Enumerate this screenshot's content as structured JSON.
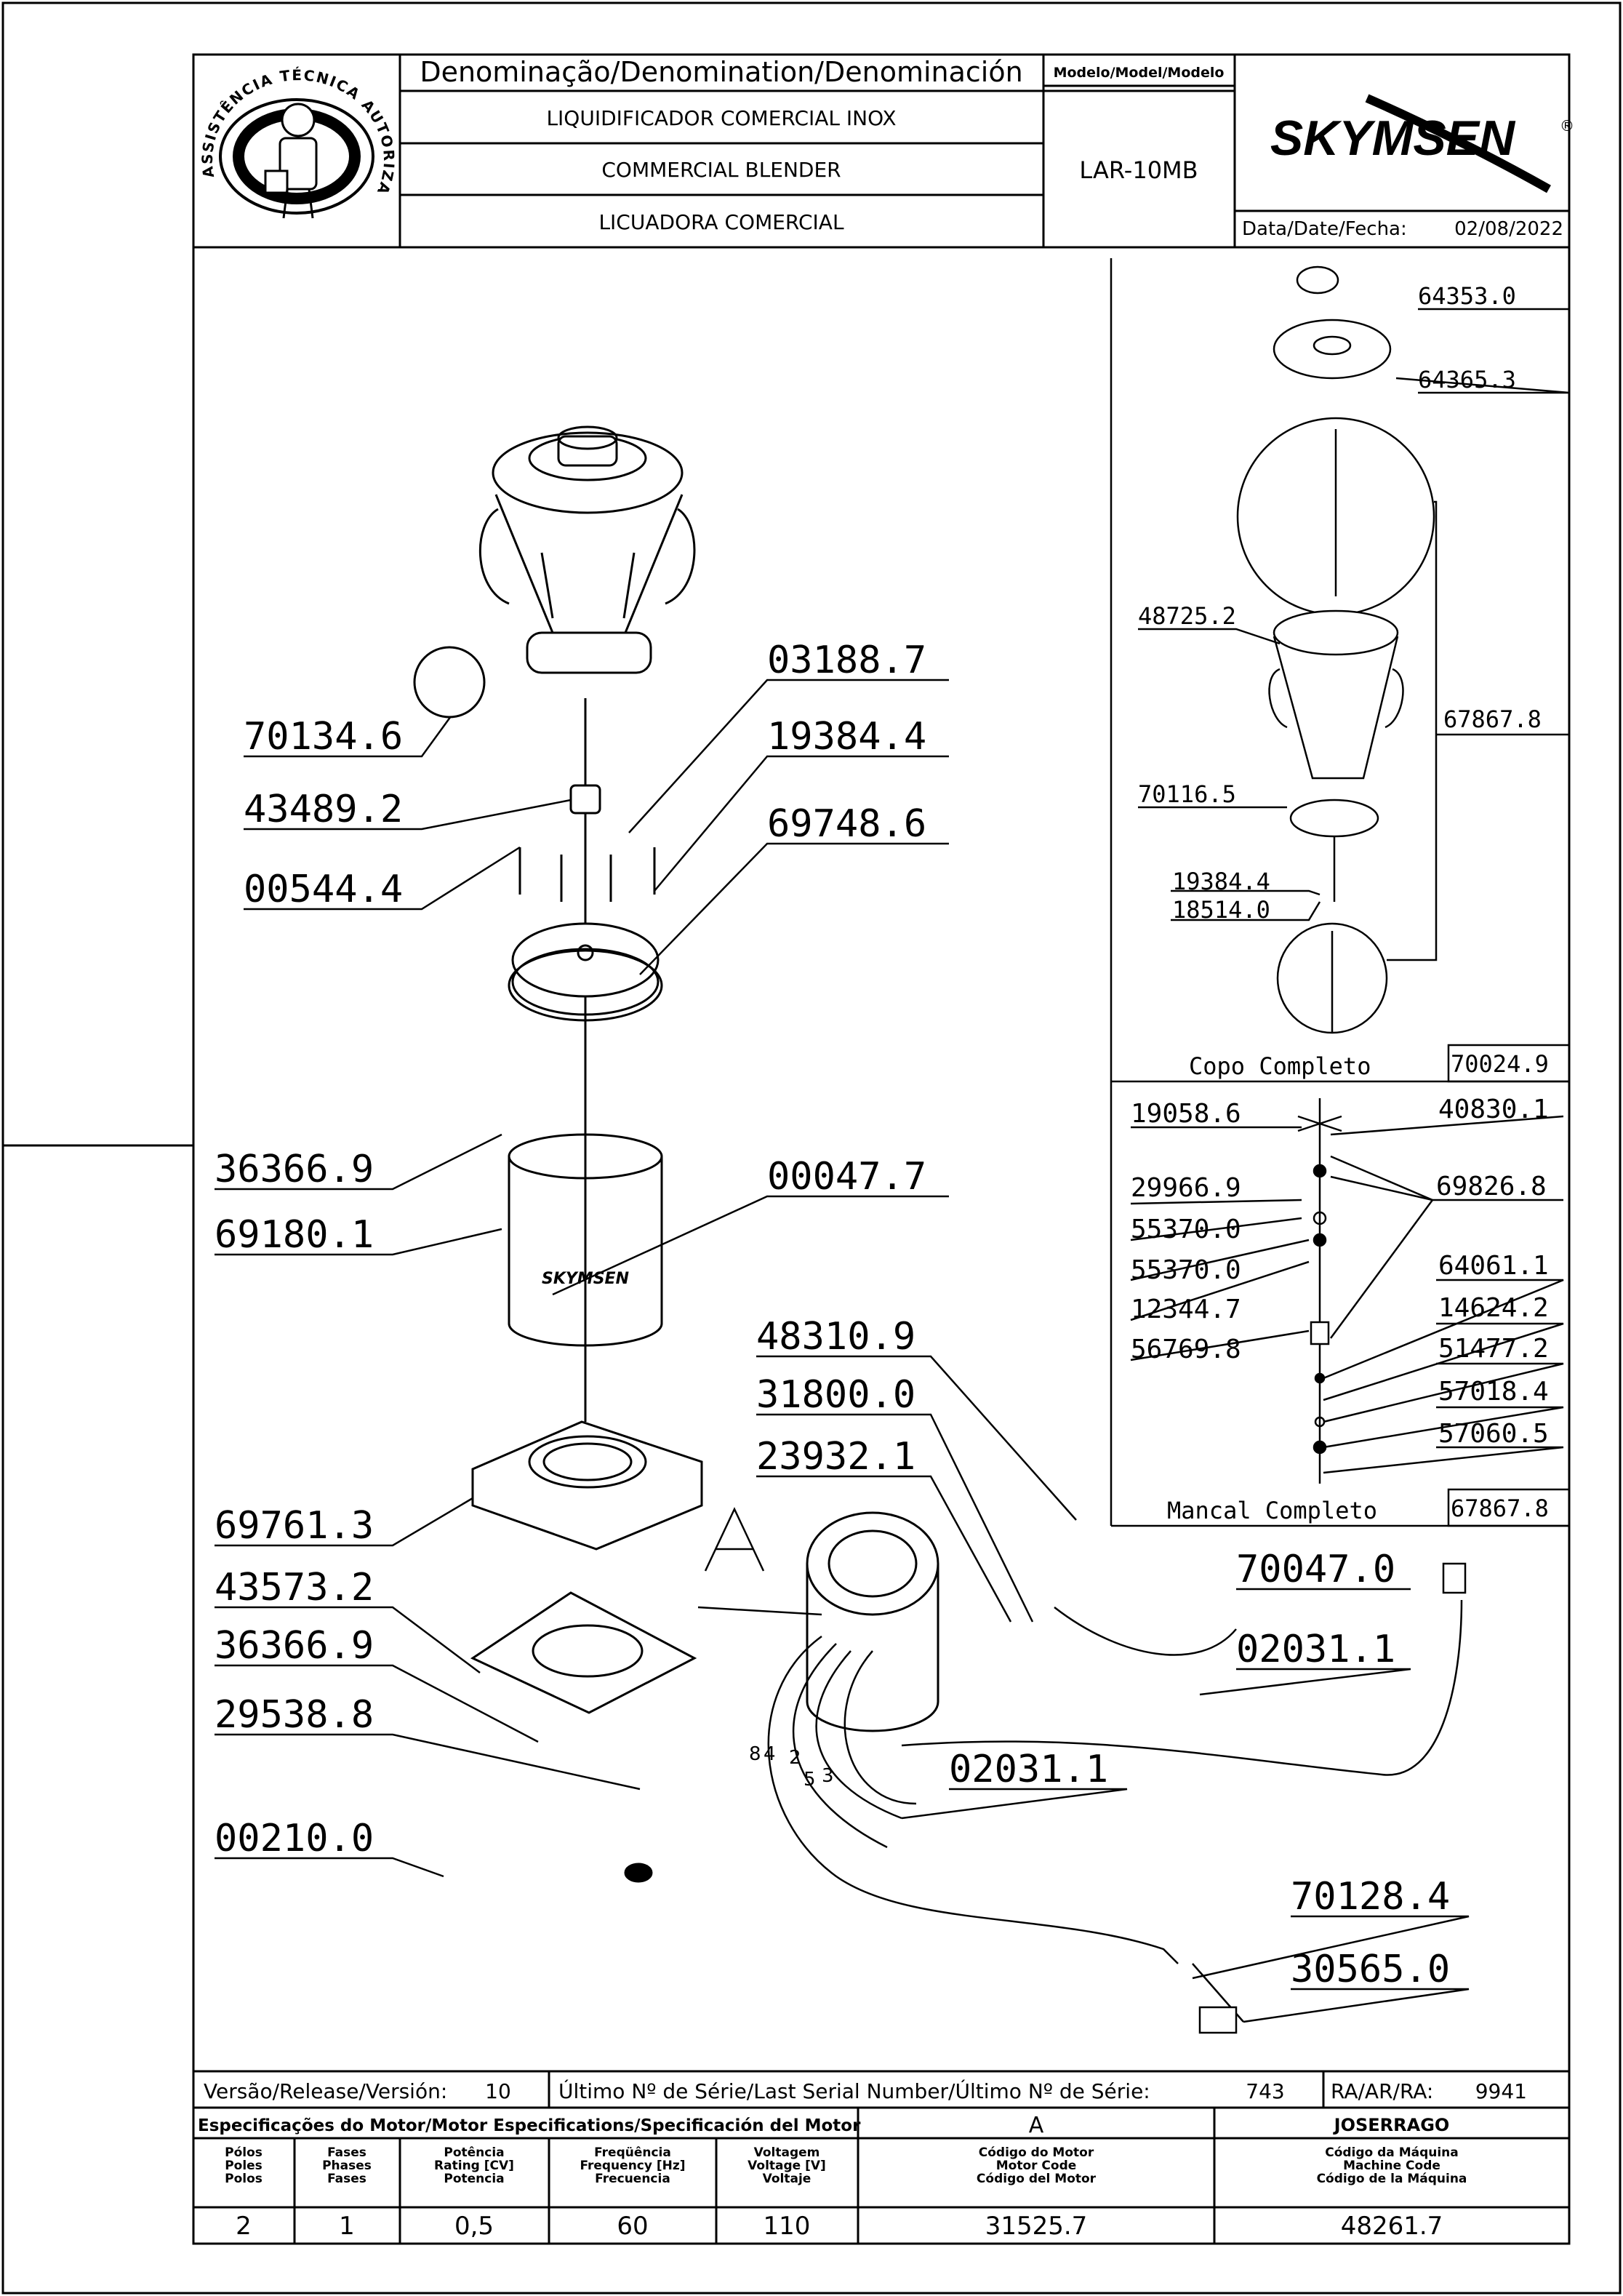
{
  "header": {
    "stamp_text": "ASSISTÊNCIA TÉCNICA AUTORIZADA",
    "denomination_label": "Denominação/Denomination/Denominación",
    "name_pt": "LIQUIDIFICADOR COMERCIAL INOX",
    "name_en": "COMMERCIAL BLENDER",
    "name_es": "LICUADORA COMERCIAL",
    "model_label": "Modelo/Model/Modelo",
    "model_value": "LAR-10MB",
    "brand": "SKYMSEN",
    "brand_mark": "®",
    "date_label": "Data/Date/Fecha:",
    "date_value": "02/08/2022"
  },
  "diagram": {
    "main_parts": [
      {
        "code": "70134.6"
      },
      {
        "code": "03188.7"
      },
      {
        "code": "19384.4"
      },
      {
        "code": "43489.2"
      },
      {
        "code": "69748.6"
      },
      {
        "code": "00544.4"
      },
      {
        "code": "36366.9"
      },
      {
        "code": "00047.7"
      },
      {
        "code": "69180.1"
      },
      {
        "code": "48310.9"
      },
      {
        "code": "31800.0"
      },
      {
        "code": "23932.1"
      },
      {
        "code": "69761.3"
      },
      {
        "code": "43573.2"
      },
      {
        "code": "36366.9"
      },
      {
        "code": "29538.8"
      },
      {
        "code": "00210.0"
      },
      {
        "code": "70047.0"
      },
      {
        "code": "02031.1"
      },
      {
        "code": "02031.1"
      },
      {
        "code": "70128.4"
      },
      {
        "code": "30565.0"
      }
    ],
    "view_letter": "A",
    "housing_logo": "SKYMSEN",
    "wire_numbers": [
      "8",
      "4",
      "2",
      "5",
      "3"
    ],
    "copo_parts": [
      {
        "code": "64353.0"
      },
      {
        "code": "64365.3"
      },
      {
        "code": "48725.2"
      },
      {
        "code": "67867.8"
      },
      {
        "code": "70116.5"
      },
      {
        "code": "19384.4"
      },
      {
        "code": "18514.0"
      }
    ],
    "copo_title": "Copo Completo",
    "copo_code": "70024.9",
    "mancal_parts": [
      {
        "code": "19058.6"
      },
      {
        "code": "40830.1"
      },
      {
        "code": "29966.9"
      },
      {
        "code": "69826.8"
      },
      {
        "code": "55370.0"
      },
      {
        "code": "55370.0"
      },
      {
        "code": "64061.1"
      },
      {
        "code": "12344.7"
      },
      {
        "code": "14624.2"
      },
      {
        "code": "56769.8"
      },
      {
        "code": "51477.2"
      },
      {
        "code": "57018.4"
      },
      {
        "code": "57060.5"
      }
    ],
    "mancal_title": "Mancal Completo",
    "mancal_code": "67867.8"
  },
  "footer": {
    "release_label": "Versão/Release/Versión:",
    "release_value": "10",
    "serial_label": "Último Nº de Série/Last Serial Number/Último Nº de Série:",
    "serial_value": "743",
    "ra_label": "RA/AR/RA:",
    "ra_value": "9941",
    "motor_spec_label": "Especificações do Motor/Motor Especifications/Specificación del Motor",
    "motor_letter": "A",
    "designer": "JOSERRAGO",
    "columns": [
      {
        "l1": "Pólos",
        "l2": "Poles",
        "l3": "Polos",
        "value": "2"
      },
      {
        "l1": "Fases",
        "l2": "Phases",
        "l3": "Fases",
        "value": "1"
      },
      {
        "l1": "Potência",
        "l2": "Rating [CV]",
        "l3": "Potencia",
        "value": "0,5"
      },
      {
        "l1": "Freqüência",
        "l2": "Frequency [Hz]",
        "l3": "Frecuencia",
        "value": "60"
      },
      {
        "l1": "Voltagem",
        "l2": "Voltage [V]",
        "l3": "Voltaje",
        "value": "110"
      },
      {
        "l1": "Código do Motor",
        "l2": "Motor Code",
        "l3": "Código del Motor",
        "value": "31525.7"
      },
      {
        "l1": "Código da Máquina",
        "l2": "Machine Code",
        "l3": "Código de la Máquina",
        "value": "48261.7"
      }
    ]
  }
}
